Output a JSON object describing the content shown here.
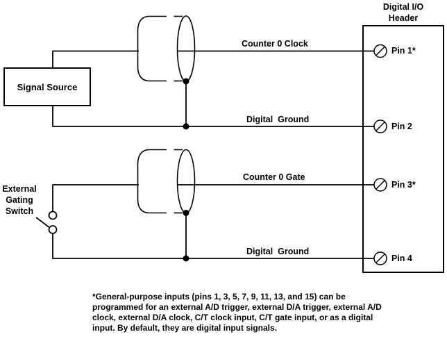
{
  "signal_source": {
    "label": "Signal Source"
  },
  "external_switch": {
    "lines": [
      "External",
      "Gating",
      "Switch"
    ]
  },
  "header": {
    "title_lines": [
      "Digital I/O",
      "Header"
    ],
    "pins": [
      {
        "label": "Pin 1*"
      },
      {
        "label": "Pin 2"
      },
      {
        "label": "Pin 3*"
      },
      {
        "label": "Pin 4"
      }
    ]
  },
  "wires": [
    {
      "label": "Counter 0 Clock"
    },
    {
      "label": "Digital  Ground"
    },
    {
      "label": "Counter 0 Gate"
    },
    {
      "label": "Digital  Ground"
    }
  ],
  "footnote": {
    "lines": [
      "*General-purpose inputs (pins 1, 3, 5, 7, 9, 11, 13, and 15) can be",
      "programmed for an external A/D trigger, external D/A trigger, external A/D",
      "clock, external D/A clock, C/T clock input, C/T gate input, or as a digital",
      "input. By default, they are digital input signals."
    ]
  },
  "colors": {
    "background": "#ffffff",
    "line": "#000000",
    "text": "#000000"
  }
}
